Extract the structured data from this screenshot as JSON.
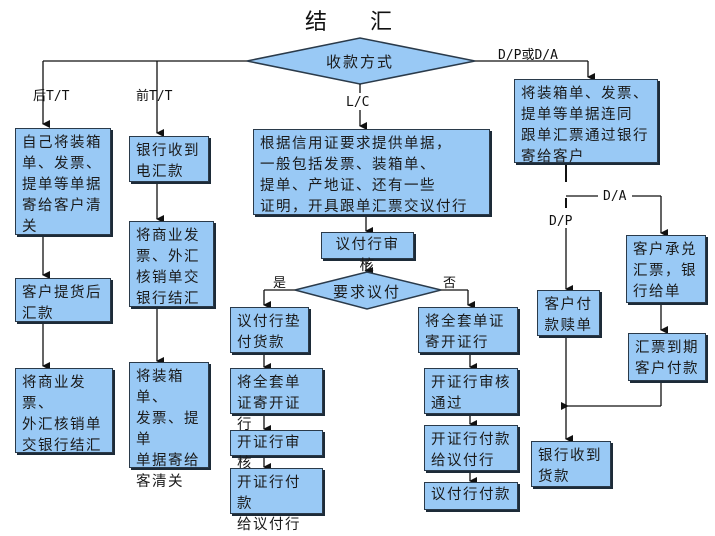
{
  "title": "结 汇",
  "decision_main": "收款方式",
  "decision_negotiate": "要求议付",
  "branch_labels": {
    "after_tt": "后T/T",
    "before_tt": "前T/T",
    "lc": "L/C",
    "dp_da": "D/P或D/A",
    "da": "D/A",
    "dp": "D/P",
    "yes": "是",
    "no": "否"
  },
  "after_tt": [
    "自己将装箱\n单、发票、\n提单等单据\n寄给客户清\n关",
    "客户提货后\n汇款",
    "将商业发票、\n外汇核销单\n交银行结汇"
  ],
  "before_tt": [
    "银行收到\n电汇款",
    "将商业发\n票、外汇\n核销单交\n银行结汇",
    "将装箱单、\n发票、提\n单\n单据寄给\n客清关"
  ],
  "lc": {
    "provide_docs": "根据信用证要求提供单据，\n一般包括发票、装箱单、\n提单、产地证、还有一些\n证明，开具跟单汇票交议付行",
    "review": "议付行审核",
    "yes_steps": [
      "议付行垫\n付货款",
      "将全套单\n证寄开证行",
      "开证行审核",
      "开证行付款\n给议付行"
    ],
    "no_steps": [
      "将全套单证\n寄开证行",
      "开证行审核\n通过",
      "开证行付款\n给议付行",
      "议付行付款"
    ]
  },
  "collection": {
    "send_docs": "将装箱单、发票、\n提单等单据连同\n跟单汇票通过银行\n寄给客户",
    "dp_step": "客户付\n款赎单",
    "da_steps": [
      "客户承兑\n汇票，银\n行给单",
      "汇票到期\n客户付款"
    ],
    "final": "银行收到\n货款"
  }
}
